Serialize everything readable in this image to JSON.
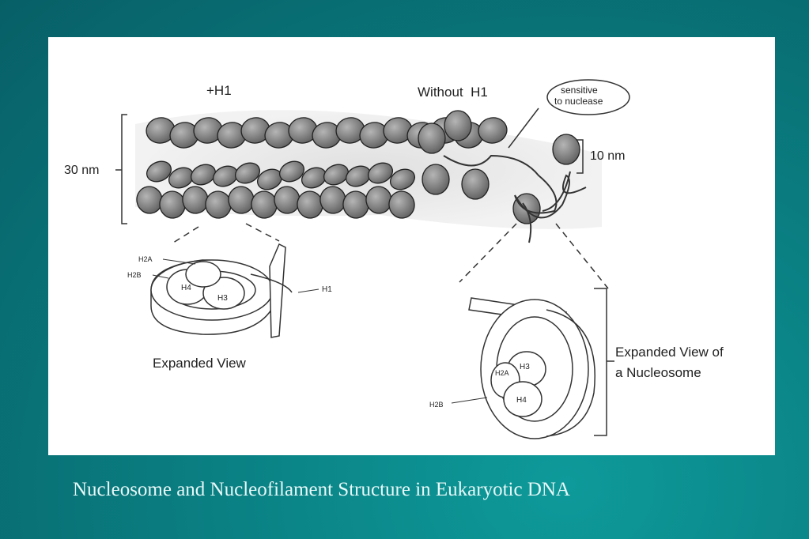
{
  "figure": {
    "labels": {
      "plus_h1": "+H1",
      "without_h1": "Without  H1",
      "sensitive_line1": "sensitive",
      "sensitive_line2": "to nuclease",
      "ten_nm": "10 nm",
      "thirty_nm": "30 nm",
      "h2a_left": "H2A",
      "h2b_left": "H2B",
      "h4_left": "H4",
      "h3_left": "H3",
      "h1_left": "H1",
      "expanded_view": "Expanded View",
      "h3_right": "H3",
      "h2a_right": "H2A",
      "h4_right": "H4",
      "h2b_right": "H2B",
      "expanded_nucleosome_line1": "Expanded View of",
      "expanded_nucleosome_line2": "a Nucleosome"
    }
  },
  "caption": "Nucleosome and Nucleofilament Structure in Eukaryotic DNA",
  "colors": {
    "background": "#0a7f82",
    "panel": "#ffffff",
    "caption_text": "#e8f8f8",
    "nucleosome_fill": "#8a8a8a"
  }
}
